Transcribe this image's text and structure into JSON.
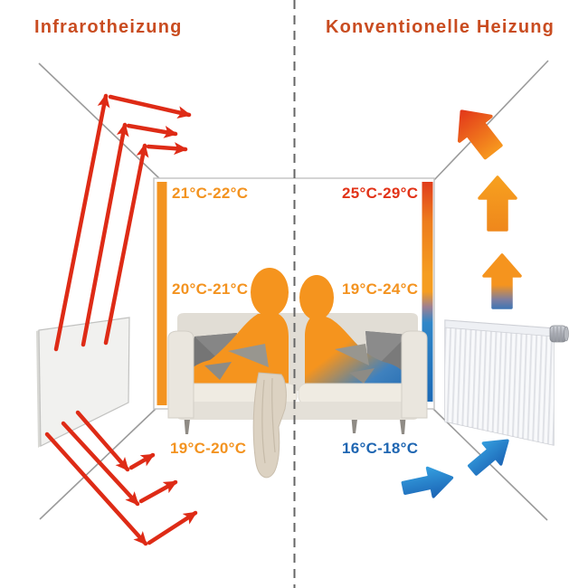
{
  "diagram": {
    "left": {
      "title": "Infrarotheizung",
      "temp_ceiling": "21°C-22°C",
      "temp_middle": "20°C-21°C",
      "temp_floor": "19°C-20°C"
    },
    "right": {
      "title": "Konventionelle Heizung",
      "temp_ceiling": "25°C-29°C",
      "temp_middle": "19°C-24°C",
      "temp_floor": "16°C-18°C"
    },
    "colors": {
      "title_text": "#c94c20",
      "warm_orange": "#f39320",
      "hot_red": "#e23318",
      "cold_blue": "#1f66b2",
      "radiant_arrow_red": "#de2b16",
      "cool_air_blue": "#2585cc",
      "perspective_gray": "#9b9b9b"
    },
    "icons": {
      "divider": "dashed-divider-line",
      "left_heater": "infrared-panel-icon",
      "right_heater": "radiator-icon",
      "seating": "sofa-icon",
      "person_left": "person-uniform-warmth-icon",
      "person_right": "person-cold-lower-body-icon",
      "left_arrows": "radiant-heat-arrow-icon",
      "right_warm_arrows": "warm-air-rising-arrow-icon",
      "right_cool_arrows": "cool-air-arrow-icon"
    }
  }
}
